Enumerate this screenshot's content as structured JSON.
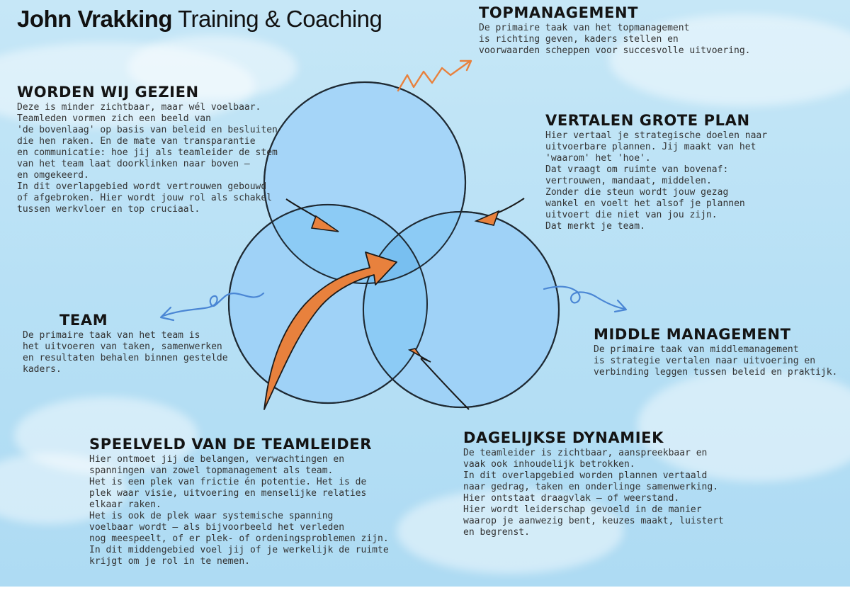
{
  "brand": {
    "name": "John Vrakking",
    "tagline": "Training & Coaching"
  },
  "sections": {
    "topmanagement": {
      "title": "TOPMANAGEMENT",
      "body": "De primaire taak van het topmanagement\nis richting geven, kaders stellen en\nvoorwaarden scheppen voor succesvolle uitvoering."
    },
    "worden_wij_gezien": {
      "title": "WORDEN WIJ GEZIEN",
      "body": "Deze is minder zichtbaar, maar wél voelbaar.\nTeamleden vormen zich een beeld van\n'de bovenlaag' op basis van beleid en besluiten\ndie hen raken. En de mate van transparantie\nen communicatie: hoe jij als teamleider de stem\nvan het team laat doorklinken naar boven —\nen omgekeerd.\nIn dit overlapgebied wordt vertrouwen gebouwd\nof afgebroken. Hier wordt jouw rol als schakel\ntussen werkvloer en top cruciaal."
    },
    "vertalen_grote_plan": {
      "title": "VERTALEN GROTE PLAN",
      "body": "Hier vertaal je strategische doelen naar\nuitvoerbare plannen. Jij maakt van het\n'waarom' het 'hoe'.\nDat vraagt om ruimte van bovenaf:\nvertrouwen, mandaat, middelen.\nZonder die steun wordt jouw gezag\nwankel en voelt het alsof je plannen\nuitvoert die niet van jou zijn.\nDat merkt je team."
    },
    "team": {
      "title": "TEAM",
      "body": "De primaire taak van het team is\nhet uitvoeren van taken, samenwerken\nen resultaten behalen binnen gestelde\nkaders."
    },
    "middle_management": {
      "title": "MIDDLE MANAGEMENT",
      "body": "De primaire taak van middlemanagement\nis strategie vertalen naar uitvoering en\nverbinding leggen tussen beleid en praktijk."
    },
    "speelveld": {
      "title": "SPEELVELD VAN DE TEAMLEIDER",
      "body": "Hier ontmoet jij de belangen, verwachtingen en\nspanningen van zowel topmanagement als team.\nHet is een plek van frictie én potentie. Het is de\nplek waar visie, uitvoering en menselijke relaties\nelkaar raken.\nHet is ook de plek waar systemische spanning\nvoelbaar wordt — als bijvoorbeeld het verleden\nnog meespeelt, of er plek- of ordeningsproblemen zijn.\nIn dit middengebied voel jij of je werkelijk de ruimte\nkrijgt om je rol in te nemen."
    },
    "dagelijkse_dynamiek": {
      "title": "DAGELIJKSE DYNAMIEK",
      "body": "De teamleider is zichtbaar, aanspreekbaar en\nvaak ook inhoudelijk betrokken.\nIn dit overlapgebied worden plannen vertaald\nnaar gedrag, taken en onderlinge samenwerking.\nHier ontstaat draagvlak — of weerstand.\nHier wordt leiderschap gevoeld in de manier\nwaarop je aanwezig bent, keuzes maakt, luistert\nen begrenst."
    }
  },
  "colors": {
    "background": "#b9e1f5",
    "circle_fill": "#9fd2f7",
    "circle_stroke": "#1f2a33",
    "overlap_fill": "#7ec3f2",
    "arrow_orange": "#e8813d",
    "arrow_blue": "#4a86d4",
    "title_text": "#141414",
    "body_text": "#333333"
  },
  "icons": {
    "top_arrow": "zigzag-arrow-icon",
    "team_arrow": "curly-arrow-icon",
    "middle_arrow": "curly-arrow-icon",
    "center_arrow": "curved-big-arrow-icon"
  }
}
